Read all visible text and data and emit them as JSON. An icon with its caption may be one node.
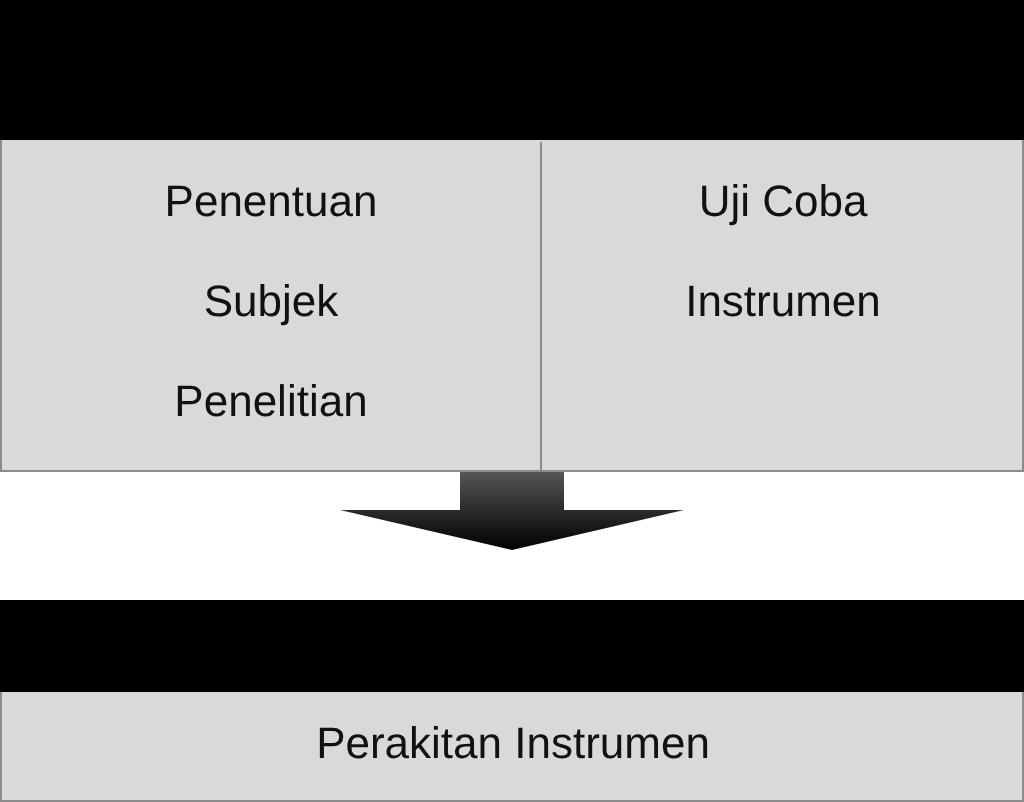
{
  "diagram": {
    "nodes": [
      {
        "text": [],
        "shape": "box"
      },
      {
        "text": [
          "Penentuan Subjek Penelitian"
        ],
        "in": 0
      },
      {
        "text": [
          "Uji Coba Instrumen"
        ],
        "in": 0
      },
      {
        "text": [],
        "shape": "box"
      },
      {
        "text": [
          "Perakitan Instrumen"
        ],
        "in": 3
      }
    ],
    "edges": [
      {
        "from": 0,
        "to": 3,
        "arrow": "to"
      }
    ]
  }
}
